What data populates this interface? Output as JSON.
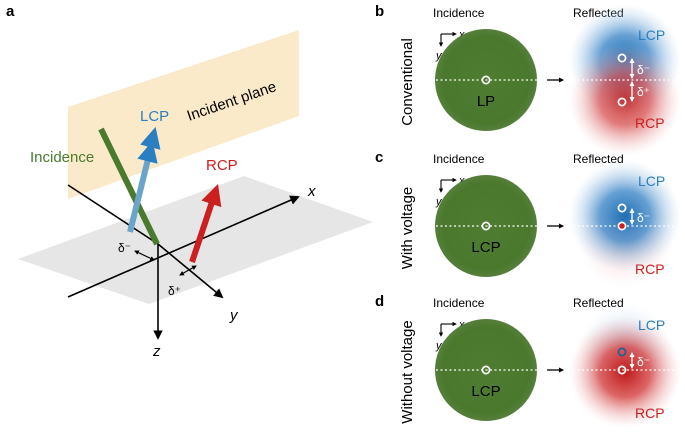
{
  "panel_a": {
    "label": "a",
    "plane_label": "Incident plane",
    "incidence": "Incidence",
    "lcp": "LCP",
    "rcp": "RCP",
    "x": "x",
    "y": "y",
    "z": "z",
    "delta_minus": "δ⁻",
    "delta_plus": "δ⁺"
  },
  "rows": [
    {
      "label": "b",
      "side_title": "Conventional",
      "incidence_title": "Incidence",
      "reflected_title": "Reflected",
      "axis_x": "x",
      "axis_y": "y",
      "spot_label": "LP",
      "top_label": "LCP",
      "bottom_label": "RCP",
      "delta_up": "δ⁻",
      "delta_down": "δ⁺"
    },
    {
      "label": "c",
      "side_title": "With voltage",
      "incidence_title": "Incidence",
      "reflected_title": "Reflected",
      "axis_x": "x",
      "axis_y": "y",
      "spot_label": "LCP",
      "top_label": "LCP",
      "bottom_label": "RCP",
      "delta_up": "δ⁻"
    },
    {
      "label": "d",
      "side_title": "Without voltage",
      "incidence_title": "Incidence",
      "reflected_title": "Reflected",
      "axis_x": "x",
      "axis_y": "y",
      "spot_label": "LCP",
      "top_label": "LCP",
      "bottom_label": "RCP",
      "delta_up": "δ⁻"
    }
  ],
  "colors": {
    "green": "#4a7a2e",
    "blue": "#2a7fc1",
    "red": "#cc1f1f",
    "plane": "#fbe9c6",
    "floor": "#e6e6e6"
  }
}
